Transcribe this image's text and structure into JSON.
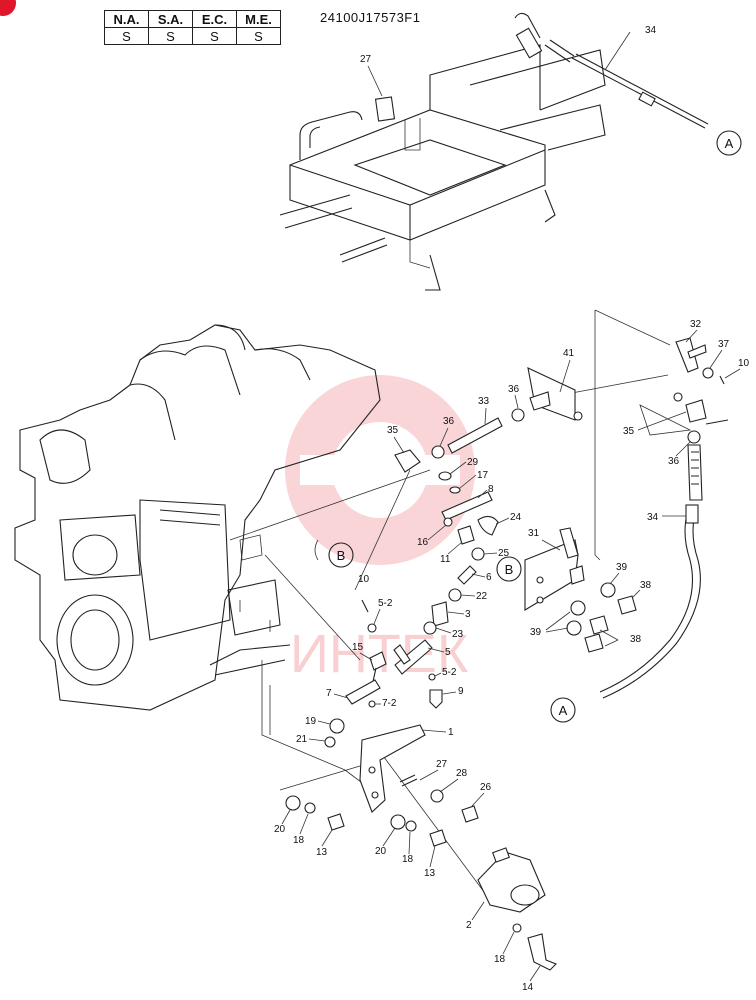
{
  "header": {
    "columns": [
      "N.A.",
      "S.A.",
      "E.C.",
      "M.E."
    ],
    "values": [
      "S",
      "S",
      "S",
      "S"
    ],
    "drawing_code": "24100J17573F1"
  },
  "watermark": {
    "text": "ИНТЕК",
    "color": "#e8464f"
  },
  "colors": {
    "corner_badge": "#e0162b",
    "line": "#222222"
  },
  "callouts": {
    "circle_a": "A",
    "circle_b": "B"
  },
  "parts": [
    "34",
    "27",
    "32",
    "37",
    "10",
    "41",
    "36",
    "33",
    "35",
    "29",
    "17",
    "8",
    "24",
    "16",
    "11",
    "25",
    "6",
    "22",
    "3",
    "23",
    "5",
    "5-2",
    "9",
    "7",
    "7-2",
    "15",
    "19",
    "21",
    "1",
    "27",
    "28",
    "26",
    "20",
    "18",
    "13",
    "2",
    "14",
    "31",
    "39",
    "38"
  ],
  "labels": {
    "p34_top": "34",
    "p27_top": "27",
    "p32": "32",
    "p37": "37",
    "p10_right": "10",
    "p41": "41",
    "p36_a": "36",
    "p33": "33",
    "p36_b": "36",
    "p35_a": "35",
    "p29": "29",
    "p17": "17",
    "p8": "8",
    "p24": "24",
    "p16": "16",
    "p11": "11",
    "p25": "25",
    "p6": "6",
    "p22": "22",
    "p3": "3",
    "p23": "23",
    "p10_mid": "10",
    "p5_2a": "5-2",
    "p5": "5",
    "p5_2b": "5-2",
    "p15": "15",
    "p7": "7",
    "p7_2": "7-2",
    "p9": "9",
    "p19": "19",
    "p21": "21",
    "p1": "1",
    "p27_low": "27",
    "p28": "28",
    "p26": "26",
    "p20_a": "20",
    "p18_a": "18",
    "p13_a": "13",
    "p20_b": "20",
    "p18_b": "18",
    "p13_b": "13",
    "p2": "2",
    "p18_c": "18",
    "p14": "14",
    "p31": "31",
    "p39_a": "39",
    "p38_a": "38",
    "p39_b": "39",
    "p38_b": "38",
    "p35_b": "35",
    "p36_c": "36",
    "p34_low": "34"
  }
}
